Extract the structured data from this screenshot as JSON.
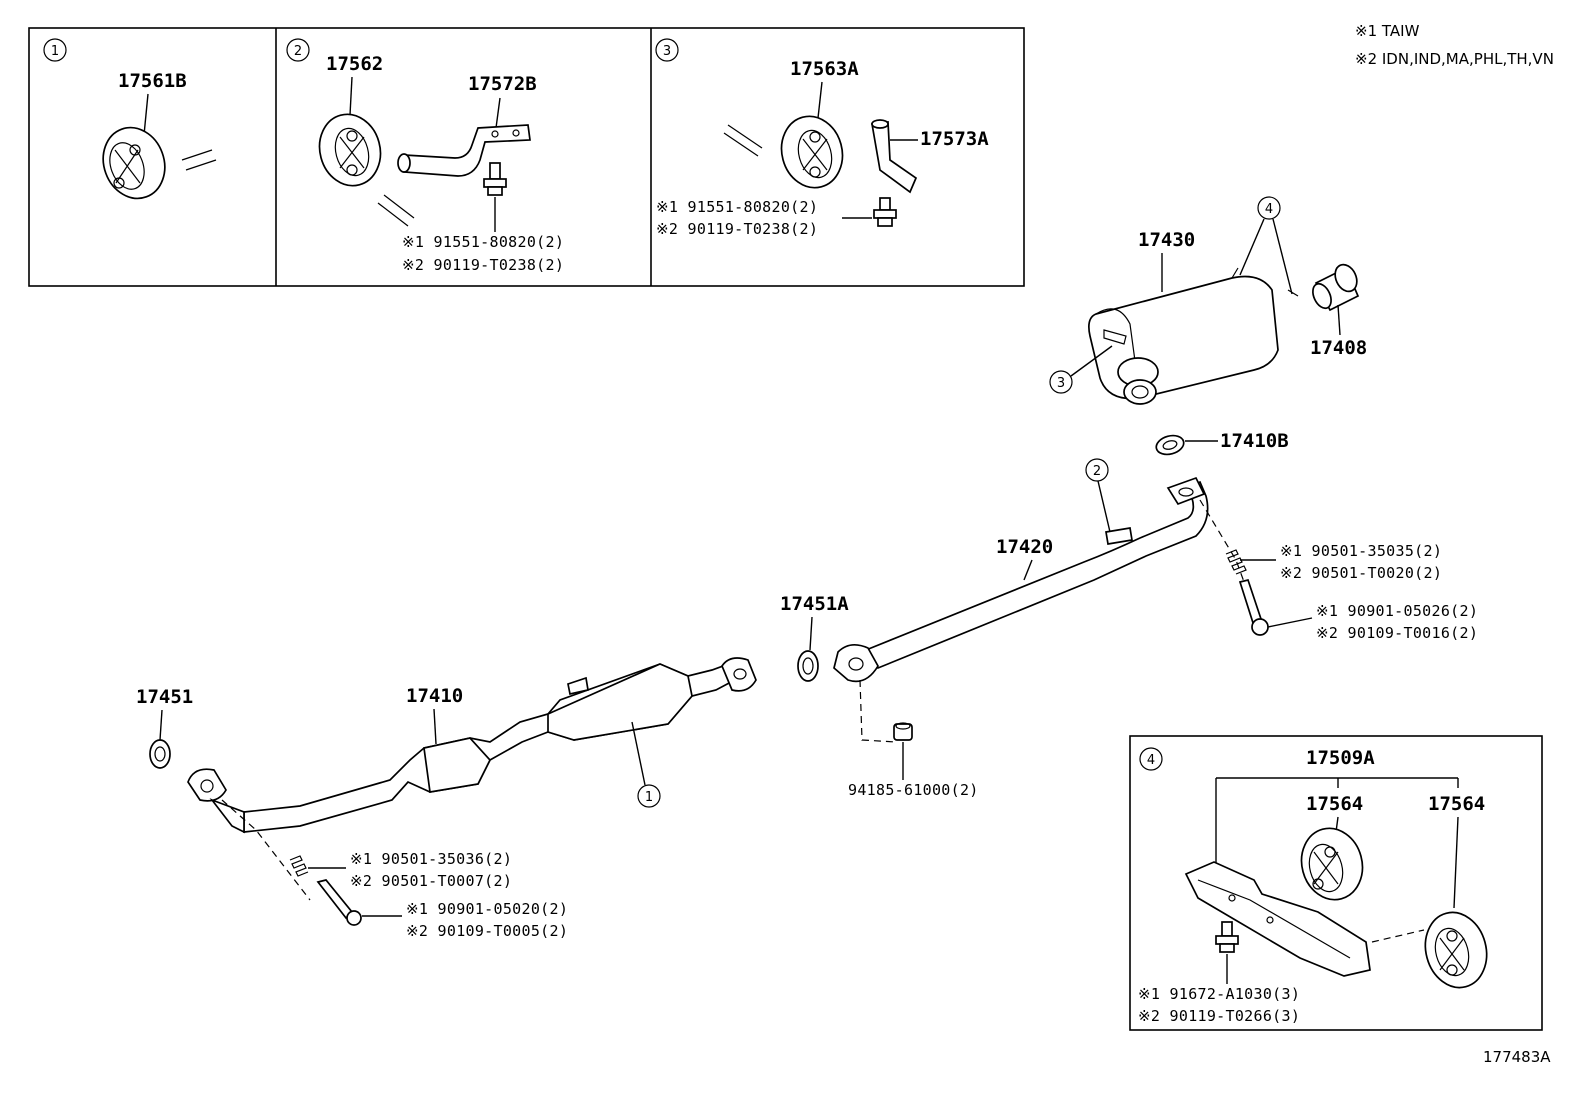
{
  "legend": {
    "note1": "※1 TAIW",
    "note2": "※2 IDN,IND,MA,PHL,TH,VN"
  },
  "figure_id": "177483A",
  "callouts": {
    "c1": "1",
    "c2": "2",
    "c3": "3",
    "c4": "4"
  },
  "inset1": {
    "part": "17561B"
  },
  "inset2": {
    "part_a": "17562",
    "part_b": "17572B",
    "bolt_1": "※1 91551-80820(2)",
    "bolt_2": "※2 90119-T0238(2)"
  },
  "inset3": {
    "part_a": "17563A",
    "part_b": "17573A",
    "bolt_1": "※1 91551-80820(2)",
    "bolt_2": "※2 90119-T0238(2)"
  },
  "inset4": {
    "part_a": "17509A",
    "part_b": "17564",
    "part_c": "17564",
    "bolt_1": "※1 91672-A1030(3)",
    "bolt_2": "※2 90119-T0266(3)"
  },
  "parts": {
    "muffler": "17430",
    "tail_pipe": "17408",
    "gasket_b": "17410B",
    "center_pipe": "17420",
    "gasket_a": "17451A",
    "front_pipe": "17410",
    "gasket": "17451",
    "nut": "94185-61000(2)",
    "spring_r_1": "※1 90501-35035(2)",
    "spring_r_2": "※2 90501-T0020(2)",
    "bolt_r_1": "※1 90901-05026(2)",
    "bolt_r_2": "※2 90109-T0016(2)",
    "spring_f_1": "※1 90501-35036(2)",
    "spring_f_2": "※2 90501-T0007(2)",
    "bolt_f_1": "※1 90901-05020(2)",
    "bolt_f_2": "※2 90109-T0005(2)"
  }
}
